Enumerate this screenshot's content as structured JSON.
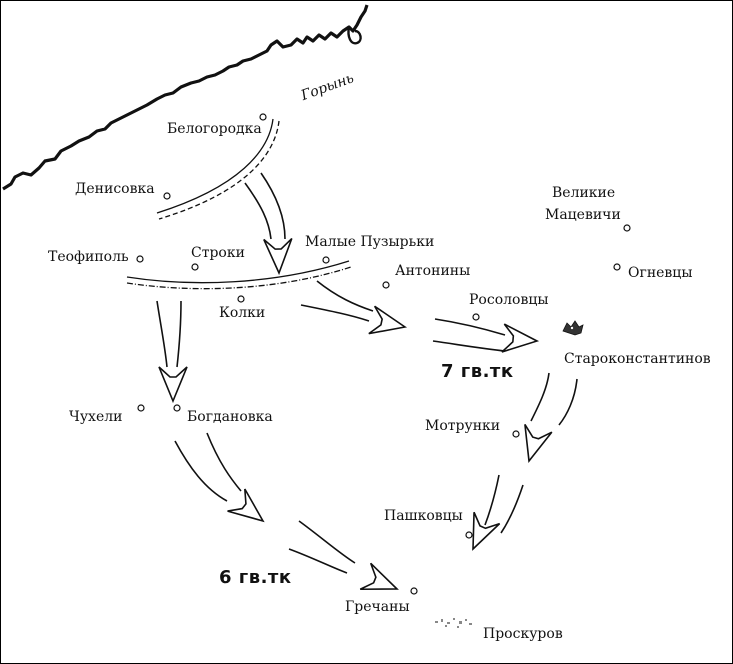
{
  "river": {
    "name": "Горынь"
  },
  "towns": {
    "belogorodka": "Белогородка",
    "denisovka": "Денисовка",
    "teofipol": "Теофиполь",
    "stroki": "Строки",
    "malye_puzyrki": "Малые Пузырьки",
    "antoniny": "Антонины",
    "kolki": "Колки",
    "velikie_matsevichi_1": "Великие",
    "velikie_matsevichi_2": "Мацевичи",
    "ognevtsy": "Огневцы",
    "rosolovtsy": "Росоловцы",
    "starokonstantinov": "Староконстантинов",
    "chukheli": "Чухели",
    "bogdanovka": "Богдановка",
    "motrunki": "Мотрунки",
    "pashkovtsy": "Пашковцы",
    "grechany": "Гречаны",
    "proskurov": "Проскуров"
  },
  "units": {
    "tank_corps_7": "7 гв.тк",
    "tank_corps_6": "6 гв.тк"
  },
  "colors": {
    "ink": "#111111",
    "paper": "#ffffff"
  }
}
